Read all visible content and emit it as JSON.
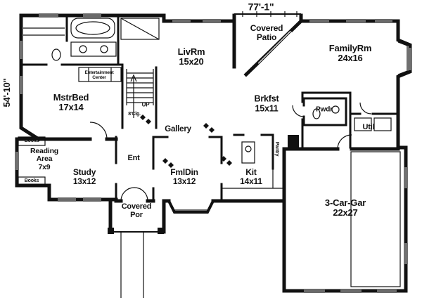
{
  "colors": {
    "ink": "#111111",
    "paper": "#ffffff"
  },
  "dimensions": {
    "width": "77'-1\"",
    "height": "54'-10\""
  },
  "rooms": {
    "covered_patio": {
      "name": "Covered\nPatio"
    },
    "livrm": {
      "name": "LivRm",
      "size": "15x20"
    },
    "familyrm": {
      "name": "FamilyRm",
      "size": "24x16"
    },
    "mstrbed": {
      "name": "MstrBed",
      "size": "17x14"
    },
    "entertainment": {
      "name": "Entertainment\nCenter"
    },
    "up": {
      "name": "UP"
    },
    "ceiling": {
      "name": "8'Clg."
    },
    "brkfst": {
      "name": "Brkfst",
      "size": "15x11"
    },
    "pwdr": {
      "name": "Pwdr"
    },
    "util": {
      "name": "Util"
    },
    "gallery": {
      "name": "Gallery"
    },
    "reading_area": {
      "name": "Reading\nArea",
      "size": "7x9"
    },
    "books_upper": {
      "name": "Books"
    },
    "books_lower": {
      "name": "Books"
    },
    "study": {
      "name": "Study",
      "size": "13x12"
    },
    "ent": {
      "name": "Ent"
    },
    "fmldin": {
      "name": "FmlDin",
      "size": "13x12"
    },
    "kit": {
      "name": "Kit",
      "size": "14x11"
    },
    "pantry": {
      "name": "Pantry"
    },
    "covered_porch": {
      "name": "Covered\nPor"
    },
    "garage": {
      "name": "3-Car-Gar",
      "size": "22x27"
    }
  }
}
